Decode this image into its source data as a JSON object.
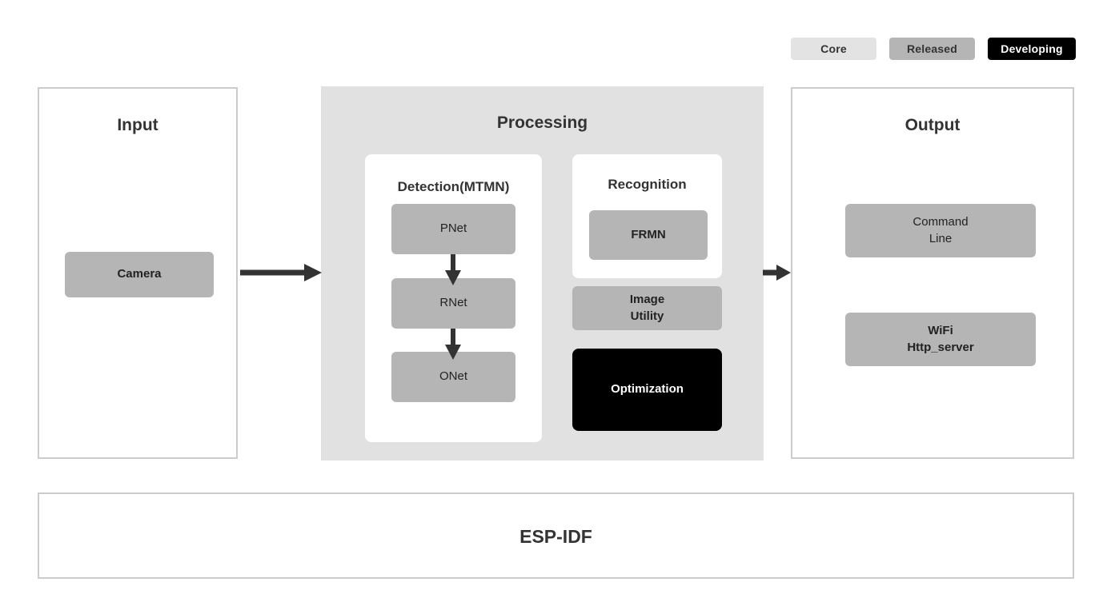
{
  "legend": {
    "items": [
      {
        "label": "Core",
        "color": "#e3e3e3",
        "text_color": "#333333"
      },
      {
        "label": "Released",
        "color": "#b5b5b5",
        "text_color": "#333333"
      },
      {
        "label": "Developing",
        "color": "#000000",
        "text_color": "#ffffff"
      }
    ]
  },
  "input": {
    "title": "Input",
    "nodes": [
      {
        "label": "Camera",
        "status": "Released"
      }
    ]
  },
  "processing": {
    "title": "Processing",
    "detection": {
      "title": "Detection(MTMN)",
      "nodes": [
        {
          "label": "PNet",
          "status": "Released"
        },
        {
          "label": "RNet",
          "status": "Released"
        },
        {
          "label": "ONet",
          "status": "Released"
        }
      ]
    },
    "recognition": {
      "title": "Recognition",
      "nodes": [
        {
          "label": "FRMN",
          "status": "Released"
        }
      ]
    },
    "extras": [
      {
        "label": "Image\nUtility",
        "line1": "Image",
        "line2": "Utility",
        "status": "Released"
      },
      {
        "label": "Optimization",
        "status": "Developing"
      }
    ]
  },
  "output": {
    "title": "Output",
    "nodes": [
      {
        "line1": "Command",
        "line2": "Line",
        "status": "Released"
      },
      {
        "line1": "WiFi",
        "line2": "Http_server",
        "status": "Released"
      }
    ]
  },
  "footer": {
    "title": "ESP-IDF"
  },
  "colors": {
    "released": "#b5b5b5",
    "core": "#e3e3e3",
    "developing": "#000000",
    "panel_border": "#cccccc",
    "processing_bg": "#e1e1e1",
    "arrow": "#333333",
    "text": "#333333"
  }
}
